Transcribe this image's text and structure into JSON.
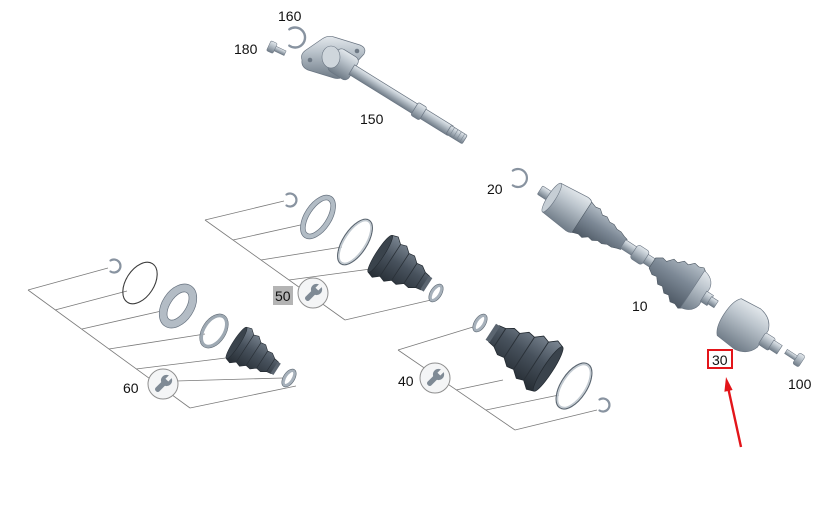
{
  "callouts": [
    {
      "label": "160"
    },
    {
      "label": "180"
    },
    {
      "label": "150"
    },
    {
      "label": "20"
    },
    {
      "label": "10"
    },
    {
      "label": "30",
      "highlighted": true
    },
    {
      "label": "100"
    },
    {
      "label": "50",
      "selected": true
    },
    {
      "label": "60"
    },
    {
      "label": "40"
    }
  ],
  "colors": {
    "highlight": "#e3151a",
    "arrow": "#e3151a",
    "selected_bg": "#b4b4b4",
    "leader_line": "#7a7a7a",
    "part_metal": "#a9b4be",
    "part_boot": "#3e4852"
  },
  "icons": {
    "kit_marker": "wrench-icon",
    "pointer": "arrow-icon"
  }
}
